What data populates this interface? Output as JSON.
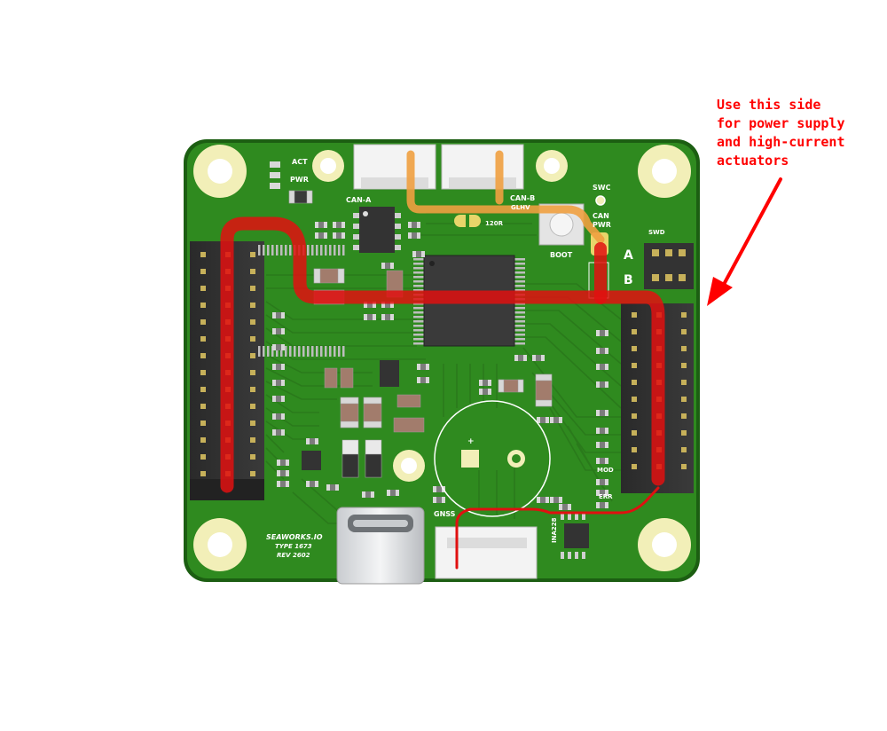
{
  "annotation": {
    "lines": [
      "Use this side",
      "for power supply",
      "and high-current",
      "actuators"
    ],
    "color": "#ff0000"
  },
  "board": {
    "colors": {
      "soldermask": "#2f8a1f",
      "edge": "#1c5e12",
      "pad": "#f2efb8",
      "trace": "#2a7a1b",
      "highlight_red": "#e01010",
      "highlight_orange": "#f0a040"
    },
    "labels": {
      "act": "ACT",
      "pwr": "PWR",
      "can_a": "CAN-A",
      "can_b": "CAN-B",
      "glhv": "GLHV",
      "r120": "120R",
      "swc": "SWC",
      "can_pwr_1": "CAN",
      "can_pwr_2": "PWR",
      "boot": "BOOT",
      "swd": "SWD",
      "side_a": "A",
      "side_b": "B",
      "mod": "MOD",
      "err": "ERR",
      "gnss": "GNSS",
      "ina": "INA228",
      "plus": "+",
      "brand_1": "SEAWORKS.IO",
      "brand_2": "TYPE 1673",
      "brand_3": "REV 2602"
    }
  }
}
